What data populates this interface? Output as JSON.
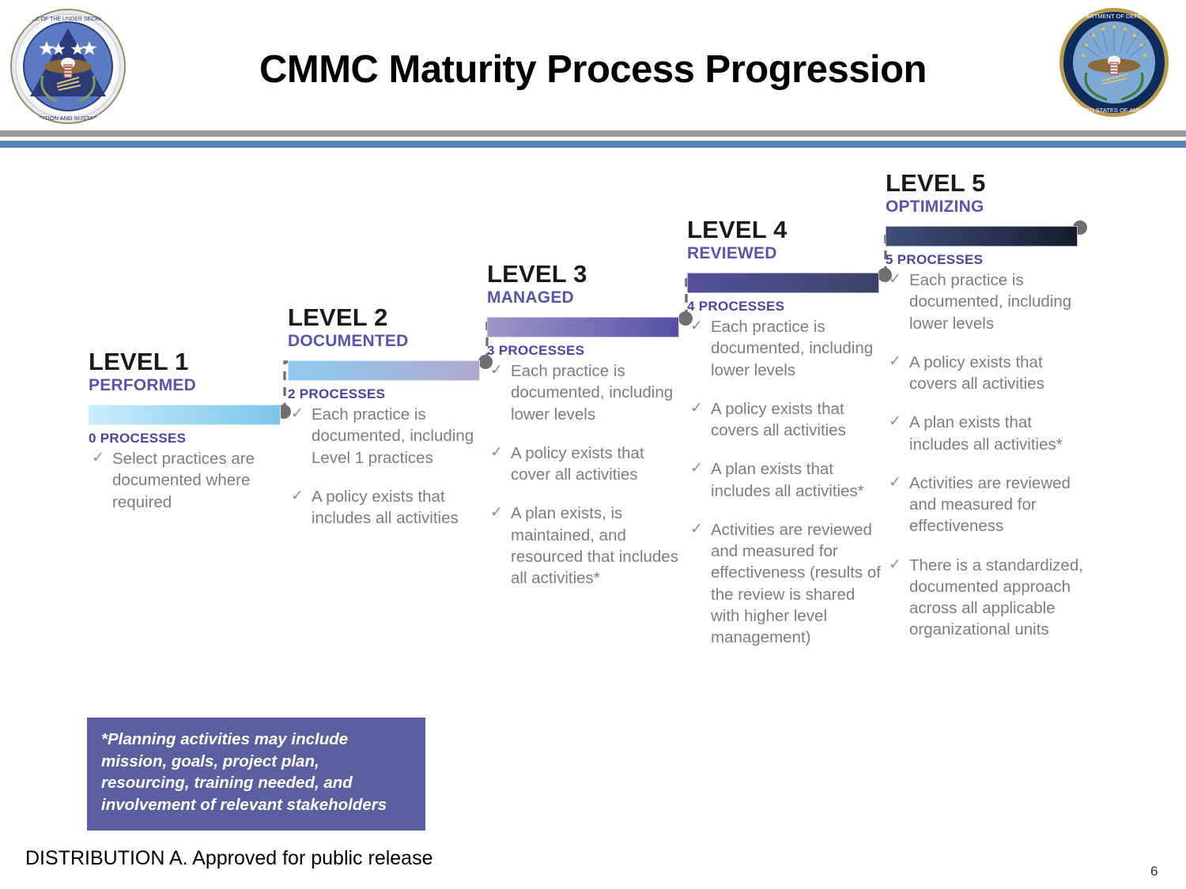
{
  "header": {
    "title": "CMMC Maturity Process Progression",
    "left_seal_name": "office-of-the-under-secretary-of-defense-acquisition-and-sustainment-seal",
    "right_seal_name": "department-of-defense-seal",
    "rule_gray_color": "#9a9a9a",
    "rule_blue_color": "#5585b5"
  },
  "levels": [
    {
      "title": "LEVEL 1",
      "subtitle": "PERFORMED",
      "count": "0 PROCESSES",
      "bar_from": "#c9edfc",
      "bar_to": "#7cc5e9",
      "bullets": [
        "Select practices are documented where required"
      ]
    },
    {
      "title": "LEVEL 2",
      "subtitle": "DOCUMENTED",
      "count": "2 PROCESSES",
      "bar_from": "#8ecbef",
      "bar_to": "#b0a7d0",
      "bullets": [
        "Each practice is documented, including Level 1 practices",
        "A policy exists that includes all activities"
      ]
    },
    {
      "title": "LEVEL 3",
      "subtitle": "MANAGED",
      "count": "3 PROCESSES",
      "bar_from": "#9d97c8",
      "bar_to": "#5650a6",
      "bullets": [
        "Each practice is documented, including lower levels",
        "A policy exists that cover all activities",
        "A plan exists, is maintained, and resourced that includes all activities*"
      ]
    },
    {
      "title": "LEVEL 4",
      "subtitle": "REVIEWED",
      "count": "4 PROCESSES",
      "bar_from": "#55509c",
      "bar_to": "#3c4466",
      "bullets": [
        "Each practice is documented, including lower levels",
        "A policy exists that covers all activities",
        "A plan exists that includes all activities*",
        "Activities are reviewed and measured for effectiveness (results of the review is shared with higher level management)"
      ]
    },
    {
      "title": "LEVEL 5",
      "subtitle": "OPTIMIZING",
      "count": "5 PROCESSES",
      "bar_from": "#3f4f7c",
      "bar_to": "#171d2e",
      "bullets": [
        "Each practice is documented, including lower levels",
        "A policy exists that covers all activities",
        "A plan exists that includes all activities*",
        "Activities are reviewed and measured for effectiveness",
        "There is a standardized, documented approach across all applicable organizational units"
      ]
    }
  ],
  "footnote": {
    "text": "*Planning activities may include mission, goals, project plan, resourcing, training needed, and involvement of relevant stakeholders",
    "background": "#5b5fa0"
  },
  "footer": {
    "distribution": "DISTRIBUTION A.  Approved for public release",
    "page_number": "6"
  },
  "accent_colors": {
    "subtitle_purple": "#5b55a8",
    "count_purple": "#4a45a0",
    "body_gray": "#7d7d7d",
    "connector_gray": "#6f6f6f"
  }
}
